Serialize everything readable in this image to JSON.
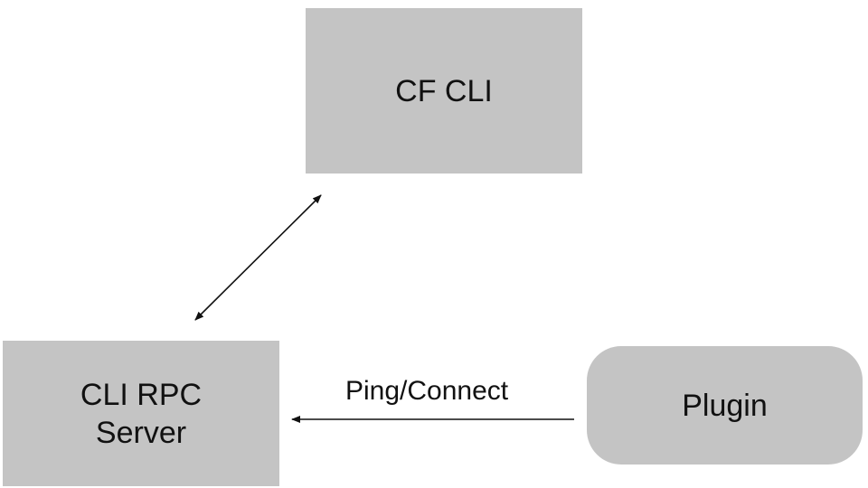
{
  "nodes": {
    "cf_cli": {
      "label": "CF CLI",
      "fill": "#c4c4c4"
    },
    "rpc_server": {
      "label": "CLI RPC\nServer",
      "fill": "#c4c4c4"
    },
    "plugin": {
      "label": "Plugin",
      "fill": "#c4c4c4"
    }
  },
  "edges": {
    "cli_rpc": {
      "from": "rpc_server",
      "to": "cf_cli",
      "direction": "bidirectional",
      "label": ""
    },
    "plugin_rpc": {
      "from": "plugin",
      "to": "rpc_server",
      "direction": "one-way",
      "label": "Ping/Connect"
    }
  },
  "colors": {
    "box_fill": "#c4c4c4",
    "line": "#111111",
    "text": "#111111"
  }
}
